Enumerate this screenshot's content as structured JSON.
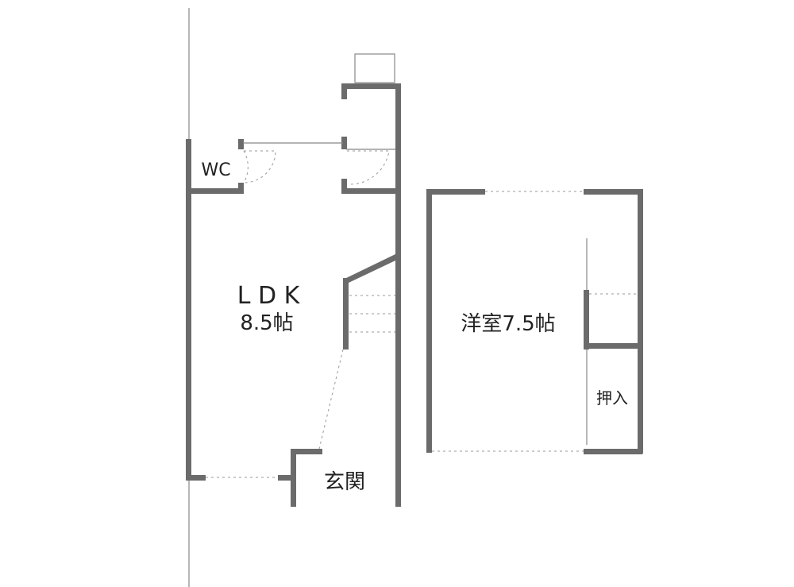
{
  "plan": {
    "rooms": {
      "wc": "WC",
      "ldk": "L D K",
      "ldk_size": "8.5帖",
      "western_room": "洋室7.5帖",
      "closet": "押入",
      "entrance": "玄関"
    },
    "colors": {
      "wall": "#6b6b6b",
      "line": "#888888"
    }
  }
}
